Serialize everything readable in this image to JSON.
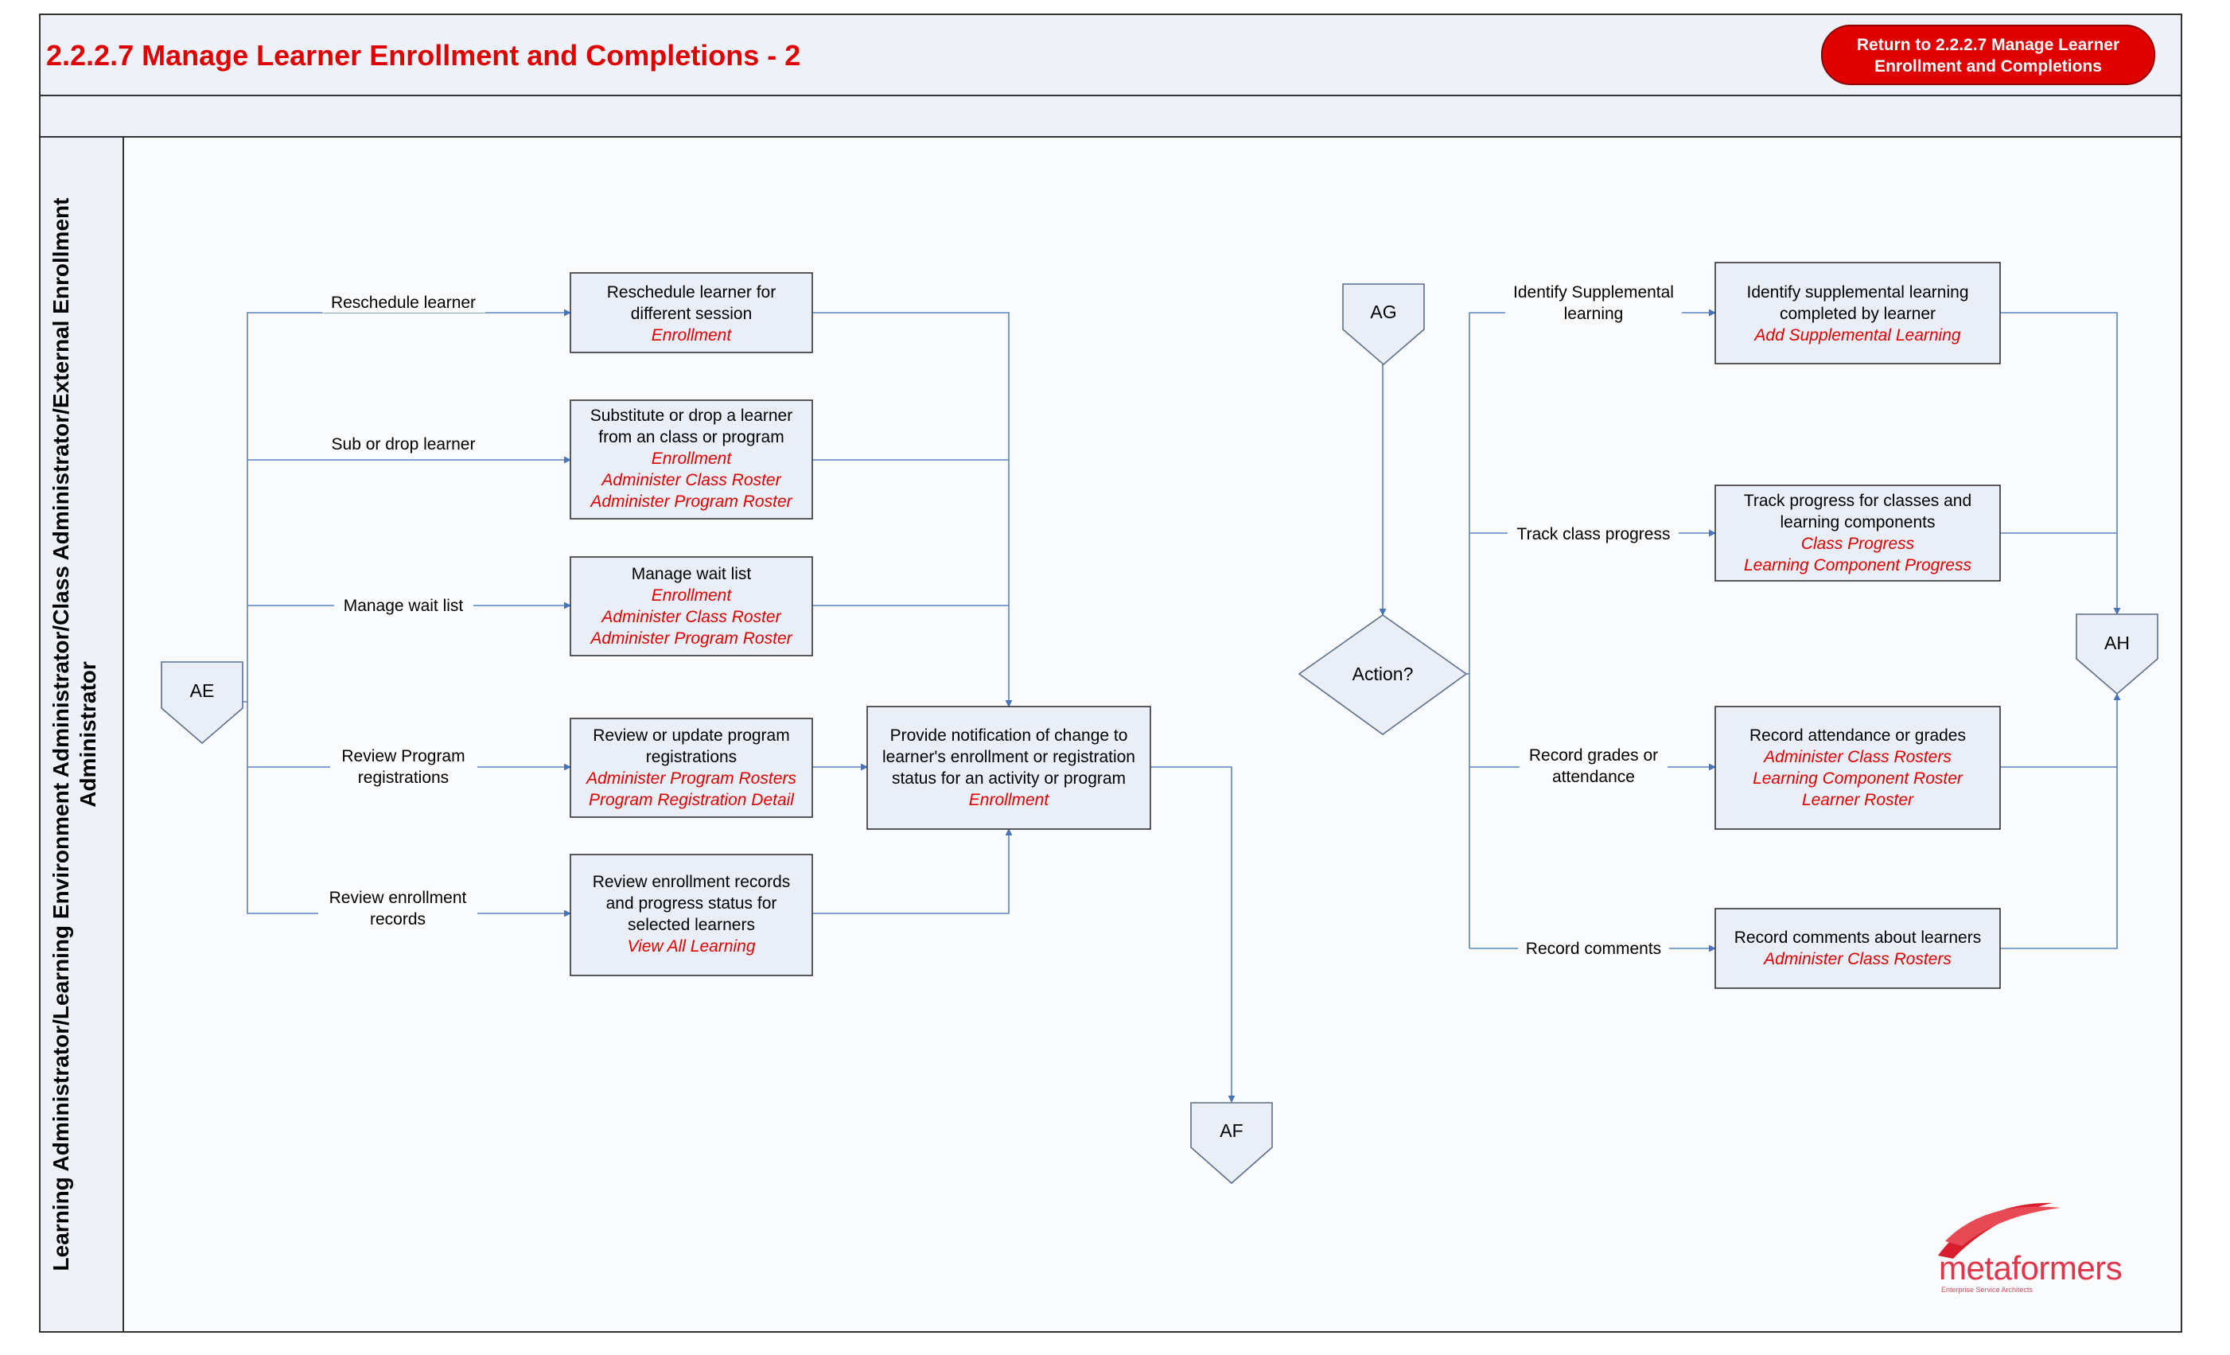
{
  "title": "2.2.2.7 Manage Learner Enrollment and Completions - 2",
  "return_button": {
    "line1": "Return to 2.2.2.7 Manage Learner",
    "line2": "Enrollment and Completions"
  },
  "swimlane": {
    "line1": "Learning Administrator/Learning Environment Administrator/Class Administrator/External Enrollment",
    "line2": "Administrator"
  },
  "connectors": {
    "ae": "AE",
    "af": "AF",
    "ag": "AG",
    "ah": "AH"
  },
  "decision": "Action?",
  "left_labels": {
    "reschedule": [
      "Reschedule learner"
    ],
    "sub_drop": [
      "Sub or drop learner"
    ],
    "wait_list": [
      "Manage wait list"
    ],
    "program": [
      "Review Program",
      "registrations"
    ],
    "enrollment": [
      "Review enrollment",
      "records"
    ]
  },
  "right_labels": {
    "supplemental": [
      "Identify Supplemental",
      "learning"
    ],
    "track": [
      "Track class progress"
    ],
    "grades": [
      "Record grades or",
      "attendance"
    ],
    "comments": [
      "Record comments"
    ]
  },
  "boxes": {
    "reschedule": {
      "lines": [
        "Reschedule learner for",
        "different session"
      ],
      "links": [
        "Enrollment"
      ]
    },
    "substitute": {
      "lines": [
        "Substitute or drop a learner",
        "from an class or program"
      ],
      "links": [
        "Enrollment",
        "Administer Class Roster",
        "Administer Program Roster"
      ]
    },
    "wait_list": {
      "lines": [
        "Manage wait list"
      ],
      "links": [
        "Enrollment",
        "Administer Class Roster",
        "Administer Program Roster"
      ]
    },
    "program_reg": {
      "lines": [
        "Review or update program",
        "registrations"
      ],
      "links": [
        "Administer Program Rosters",
        "Program Registration Detail"
      ]
    },
    "enrollment_records": {
      "lines": [
        "Review enrollment records",
        "and progress status for",
        "selected learners"
      ],
      "links": [
        "View All Learning"
      ]
    },
    "notification": {
      "lines": [
        "Provide notification of change to",
        "learner's enrollment or registration",
        "status for an activity or program"
      ],
      "links": [
        "Enrollment"
      ]
    },
    "supplemental": {
      "lines": [
        "Identify supplemental learning",
        "completed by learner"
      ],
      "links": [
        "Add Supplemental Learning"
      ]
    },
    "track": {
      "lines": [
        "Track progress for classes and",
        "learning components"
      ],
      "links": [
        "Class Progress",
        "Learning Component Progress"
      ]
    },
    "grades": {
      "lines": [
        "Record attendance or grades"
      ],
      "links": [
        "Administer Class Rosters",
        "Learning Component Roster",
        "Learner Roster"
      ]
    },
    "comments": {
      "lines": [
        "Record comments about learners"
      ],
      "links": [
        "Administer Class Rosters"
      ]
    }
  },
  "logo": {
    "brand": "metaformers",
    "tagline": "Enterprise Service Architects"
  },
  "colors": {
    "title_red": "#e00000",
    "box_fill": "#eaeef6",
    "connector_line": "#5b85c0",
    "header_fill": "#eef1f8"
  }
}
